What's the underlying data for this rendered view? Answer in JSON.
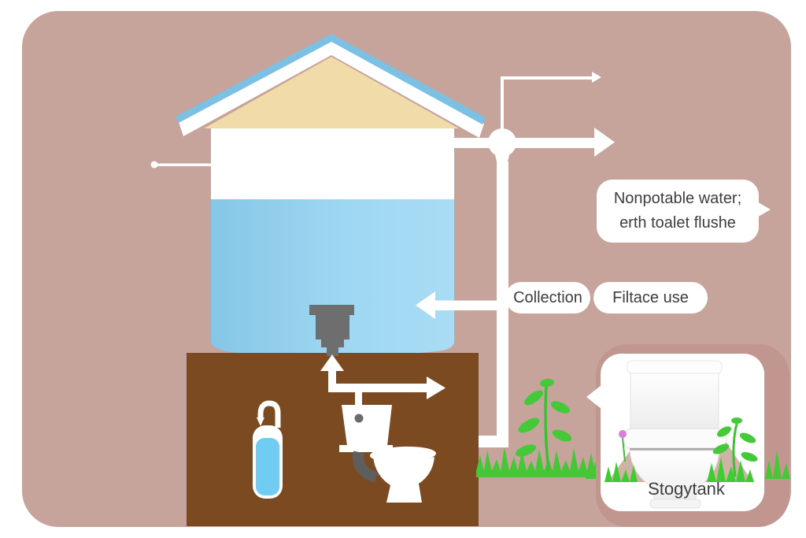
{
  "diagram": {
    "title_semantic": "rainwater-collection-diagram",
    "bubble_nonpotable": {
      "line1": "Nonpotable water;",
      "line2": "erth toalet flushe"
    },
    "label_collection": "Collection",
    "label_filtace": "Filtace use",
    "label_storage": "Stogytank"
  },
  "colors": {
    "canvas_mauve": "#c6a39b",
    "panel_ring_mauve": "#c0968e",
    "roof_tan": "#f1dba8",
    "roof_blue": "#7cc0e3",
    "water_blue_left": "#86c6e6",
    "water_blue_right": "#a9dcf5",
    "soil_brown": "#7b4a21",
    "grass_green": "#45c737",
    "valve_gray": "#6e6e6e",
    "flower_pink": "#d97fd9",
    "label_text": "#3d3d3d",
    "pipe_white": "#ffffff"
  }
}
